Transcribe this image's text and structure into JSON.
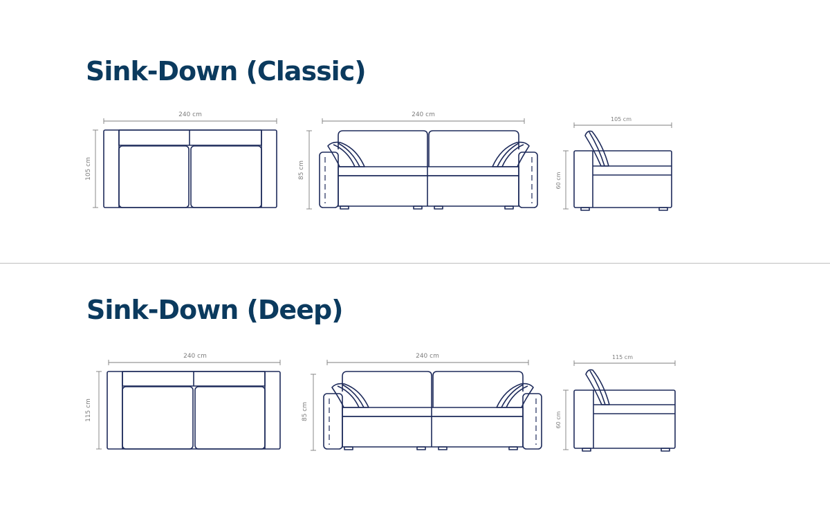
{
  "colors": {
    "title": "#0b3a5e",
    "outline": "#1d2a5a",
    "dimension": "#7d7d7d",
    "divider": "#bfbfbf",
    "background": "#ffffff"
  },
  "sections": [
    {
      "title": "Sink-Down (Classic)",
      "top_view": {
        "width_label": "240 cm",
        "depth_label": "105 cm"
      },
      "front_view": {
        "width_label": "240 cm",
        "height_label": "85 cm"
      },
      "side_view": {
        "depth_label": "105 cm",
        "seat_height_label": "60 cm"
      }
    },
    {
      "title": "Sink-Down (Deep)",
      "top_view": {
        "width_label": "240 cm",
        "depth_label": "115 cm"
      },
      "front_view": {
        "width_label": "240 cm",
        "height_label": "85 cm"
      },
      "side_view": {
        "depth_label": "115 cm",
        "seat_height_label": "60 cm"
      }
    }
  ]
}
